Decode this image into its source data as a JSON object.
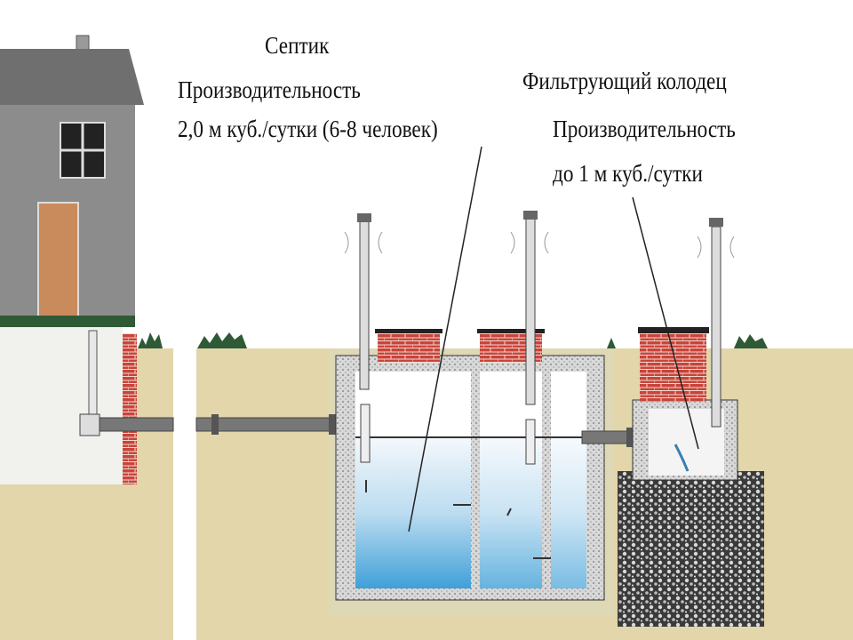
{
  "septic": {
    "title": "Септик",
    "line1": "Производительность",
    "line2": "2,0 м куб./сутки (6-8 человек)"
  },
  "filter_well": {
    "title": "Фильтрующий колодец",
    "line1": "Производительность",
    "line2": "до 1 м куб./сутки"
  },
  "colors": {
    "soil": "#e2d6aa",
    "house_wall": "#8c8c8c",
    "roof": "#6f6f6f",
    "brick": "#c8443a",
    "water": "#4aa6d8",
    "concrete": "#cfcfcf",
    "grass": "#2f5a36"
  }
}
